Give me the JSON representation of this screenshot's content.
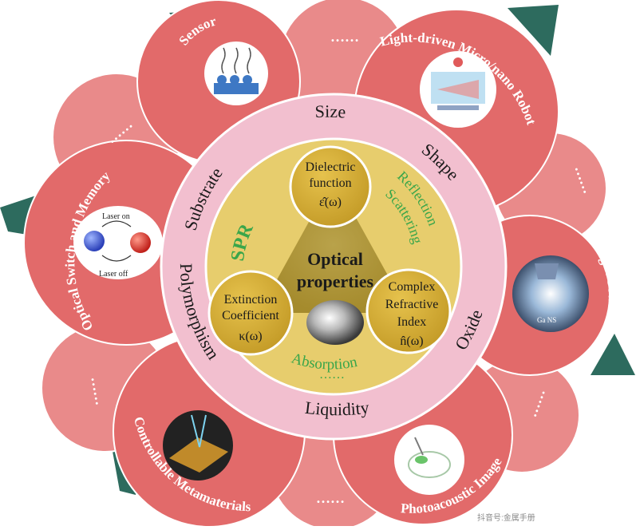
{
  "petals": {
    "sensor": "Sensor",
    "robot": "Light-driven Micro/nano Robot",
    "light_source": "Light Source",
    "photoacoustic": "Photoacoustic Image",
    "metamaterials": "Controllable Metamaterials",
    "optical_switch": "Optical Switch and Memory",
    "dots": "……"
  },
  "insets": {
    "laser_on": "Laser on",
    "laser_off": "Laser off",
    "ga_ns": "Ga NS"
  },
  "ring": {
    "size": "Size",
    "shape": "Shape",
    "oxide": "Oxide",
    "liquidity": "Liquidity",
    "polymorphism": "Polymorphism",
    "substrate": "Substrate"
  },
  "core": {
    "title_line1": "Optical",
    "title_line2": "properties",
    "spr": "SPR",
    "reflection": "Reflection",
    "scattering": "Scattering",
    "absorption": "Absorption",
    "ellipsis": "……"
  },
  "nodes": {
    "dielectric": {
      "line1": "Dielectric",
      "line2": "function",
      "symbol": "ε̂(ω)"
    },
    "extinction": {
      "line1": "Extinction",
      "line2": "Coefficient",
      "symbol": "κ(ω)"
    },
    "refractive": {
      "line1": "Complex",
      "line2": "Refractive",
      "line3": "Index",
      "symbol": "n̂(ω)"
    }
  },
  "colors": {
    "petal": "#e26a6a",
    "petal_back": "#e98a8a",
    "teal": "#2d6b5e",
    "pink_ring": "#f2bfcf",
    "gold": "#c9a133",
    "gold_light": "#e7cd6d",
    "green_text": "#3aa64a"
  },
  "watermark": "抖音号:金属手册"
}
